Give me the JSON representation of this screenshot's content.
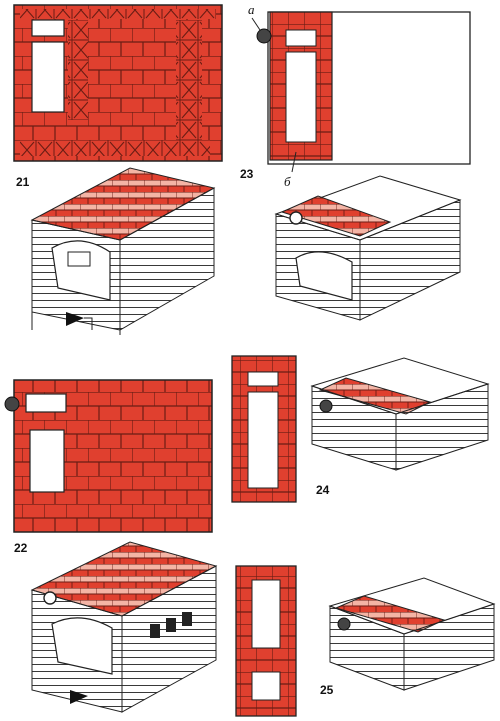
{
  "figures": [
    {
      "id": "fig21",
      "label": "21"
    },
    {
      "id": "fig22",
      "label": "22"
    },
    {
      "id": "fig23",
      "label": "23"
    },
    {
      "id": "fig24",
      "label": "24"
    },
    {
      "id": "fig25",
      "label": "25"
    }
  ],
  "callouts": {
    "a": "а",
    "b": "б"
  },
  "colors": {
    "brick": "#e0402f",
    "brick_light": "#f4b4a5",
    "mortar": "#6b1d14",
    "line": "#222222"
  }
}
